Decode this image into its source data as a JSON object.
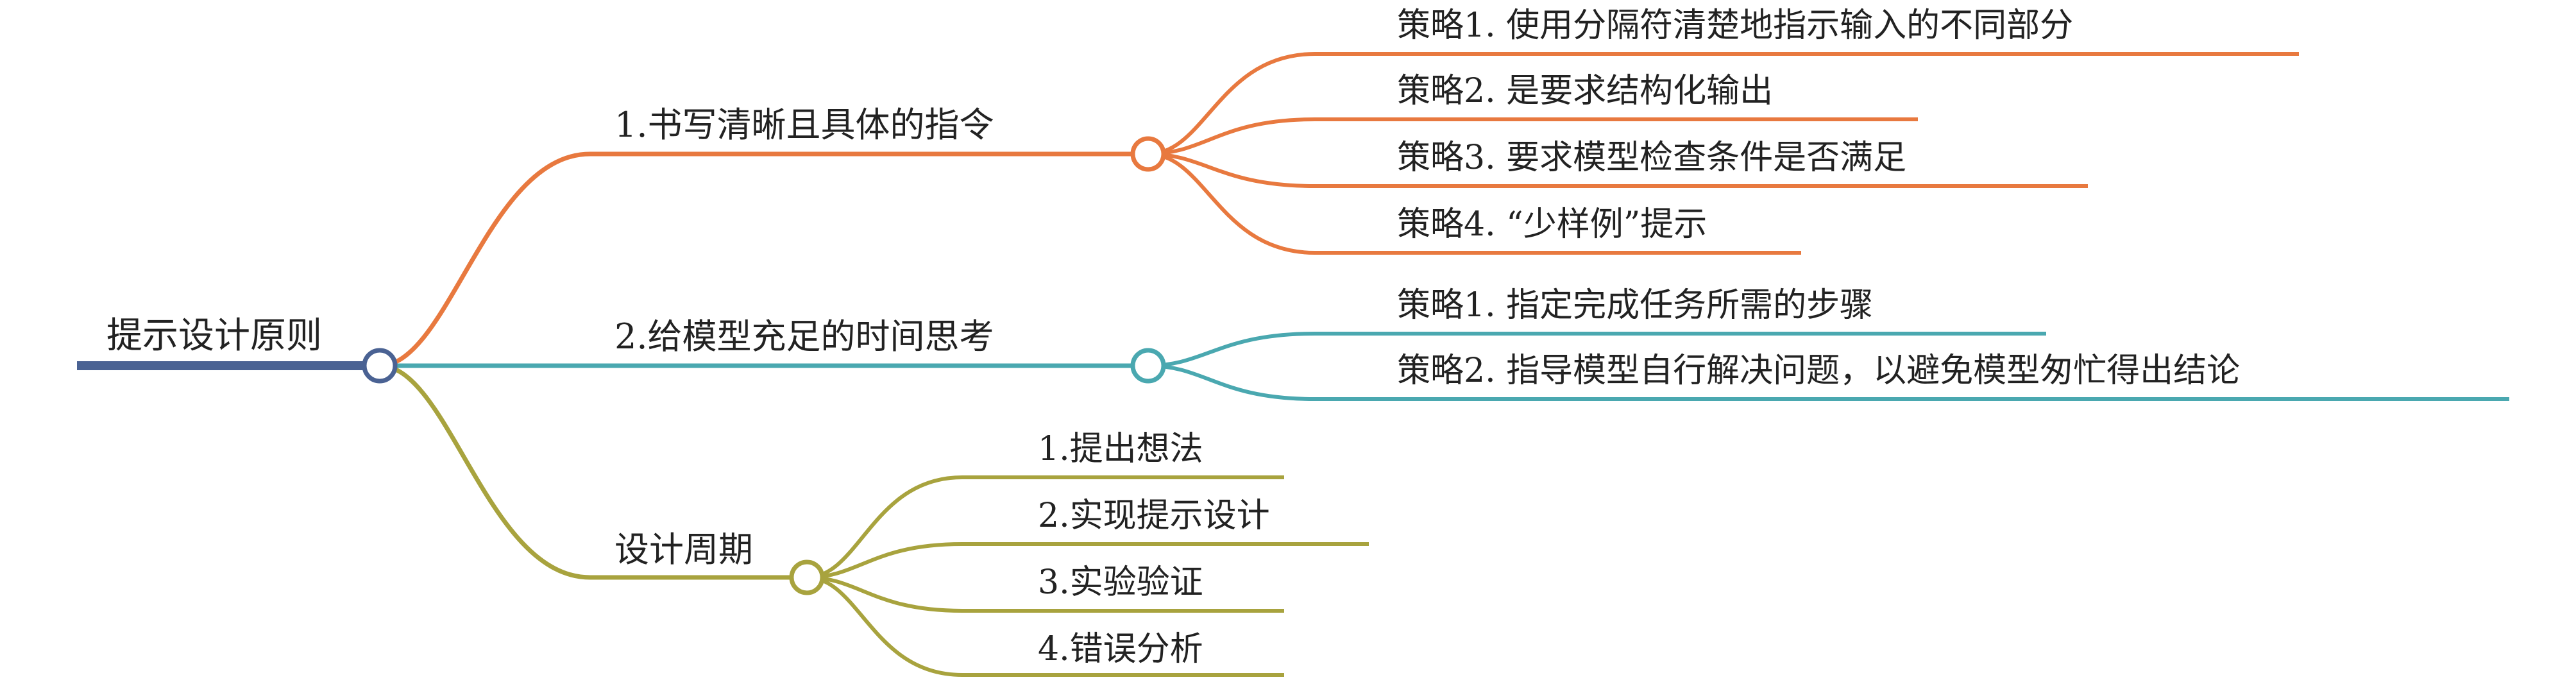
{
  "mindmap": {
    "root": {
      "label": "提示设计原则",
      "color": "#4a6293"
    },
    "branches": [
      {
        "label": "1.书写清晰且具体的指令",
        "color": "#e8793f",
        "children": [
          "策略1. 使用分隔符清楚地指示输入的不同部分",
          "策略2. 是要求结构化输出",
          "策略3. 要求模型检查条件是否满足",
          "策略4. “少样例”提示"
        ]
      },
      {
        "label": "2.给模型充足的时间思考",
        "color": "#4aa8b0",
        "children": [
          "策略1. 指定完成任务所需的步骤",
          "策略2. 指导模型自行解决问题，以避免模型匆忙得出结论"
        ]
      },
      {
        "label": "设计周期",
        "color": "#a8a33e",
        "children": [
          "1.提出想法",
          "2.实现提示设计",
          "3.实验验证",
          "4.错误分析"
        ]
      }
    ]
  }
}
